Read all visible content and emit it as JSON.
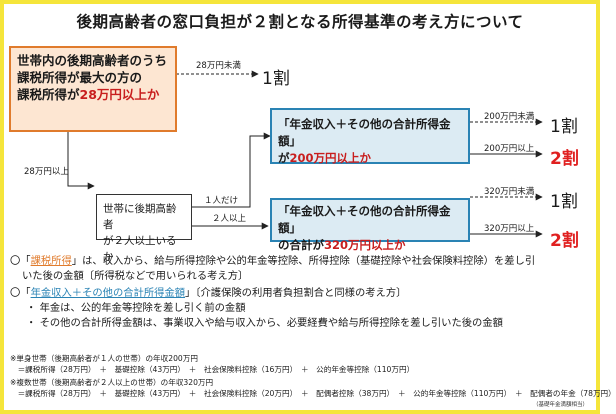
{
  "title": "後期高齢者の窓口負担が２割となる所得基準の考え方について",
  "box1": {
    "line1": "世帯内の後期高齢者のうち",
    "line2": "課税所得が最大の方の",
    "line3_pre": "課税所得が",
    "line3_hl": "28万円以上か"
  },
  "box_q": {
    "line1": "世帯に後期高齢者",
    "line2": "が２人以上いるか"
  },
  "box2": {
    "line1": "「年金収入＋その他の合計所得金額」",
    "line2_pre": "が",
    "line2_hl": "200万円以上か"
  },
  "box3": {
    "line1": "「年金収入＋その他の合計所得金額」",
    "line2_pre": "の合計が",
    "line2_hl": "320万円以上か"
  },
  "labels": {
    "under28": "28万円未満",
    "over28": "28万円以上",
    "one": "１人だけ",
    "two": "２人以上",
    "under200": "200万円未満",
    "over200": "200万円以上",
    "under320": "320万円未満",
    "over320": "320万円以上"
  },
  "results": {
    "r1": "1割",
    "r2a": "1割",
    "r2b": "2割",
    "r3a": "1割",
    "r3b": "2割"
  },
  "notes": {
    "n1_open": "〇「",
    "n1_term": "課税所得",
    "n1_rest": "」は、収入から、給与所得控除や公的年金等控除、所得控除（基礎控除や社会保険料控除）を差し引",
    "n1_line2": "いた後の金額〔所得税などで用いられる考え方〕",
    "n2_open": "〇「",
    "n2_term": "年金収入＋その他の合計所得金額",
    "n2_rest": "」〔介護保険の利用者負担割合と同様の考え方〕",
    "b1": "・ 年金は、公的年金等控除を差し引く前の金額",
    "b2": "・ その他の合計所得金額は、事業収入や給与収入から、必要経費や給与所得控除を差し引いた後の金額"
  },
  "footnotes": [
    "※単身世帯（後期高齢者が１人の世帯）の年収200万円",
    "　＝課税所得（28万円）　＋　基礎控除（43万円）　＋　社会保険料控除（16万円）　＋　公的年金等控除（110万円）",
    "※複数世帯（後期高齢者が２人以上の世帯）の年収320万円",
    "　＝課税所得（28万円）　＋　基礎控除（43万円）　＋　社会保険料控除（20万円）　＋　配偶者控除（38万円）　＋　公的年金等控除（110万円）　＋　配偶者の年金（78万円）"
  ],
  "source": "（基礎年金満額相当）",
  "colors": {
    "orange": "#e07b2c",
    "blue": "#2a83b4",
    "red": "#e02020",
    "frame": "#f5e53a"
  }
}
